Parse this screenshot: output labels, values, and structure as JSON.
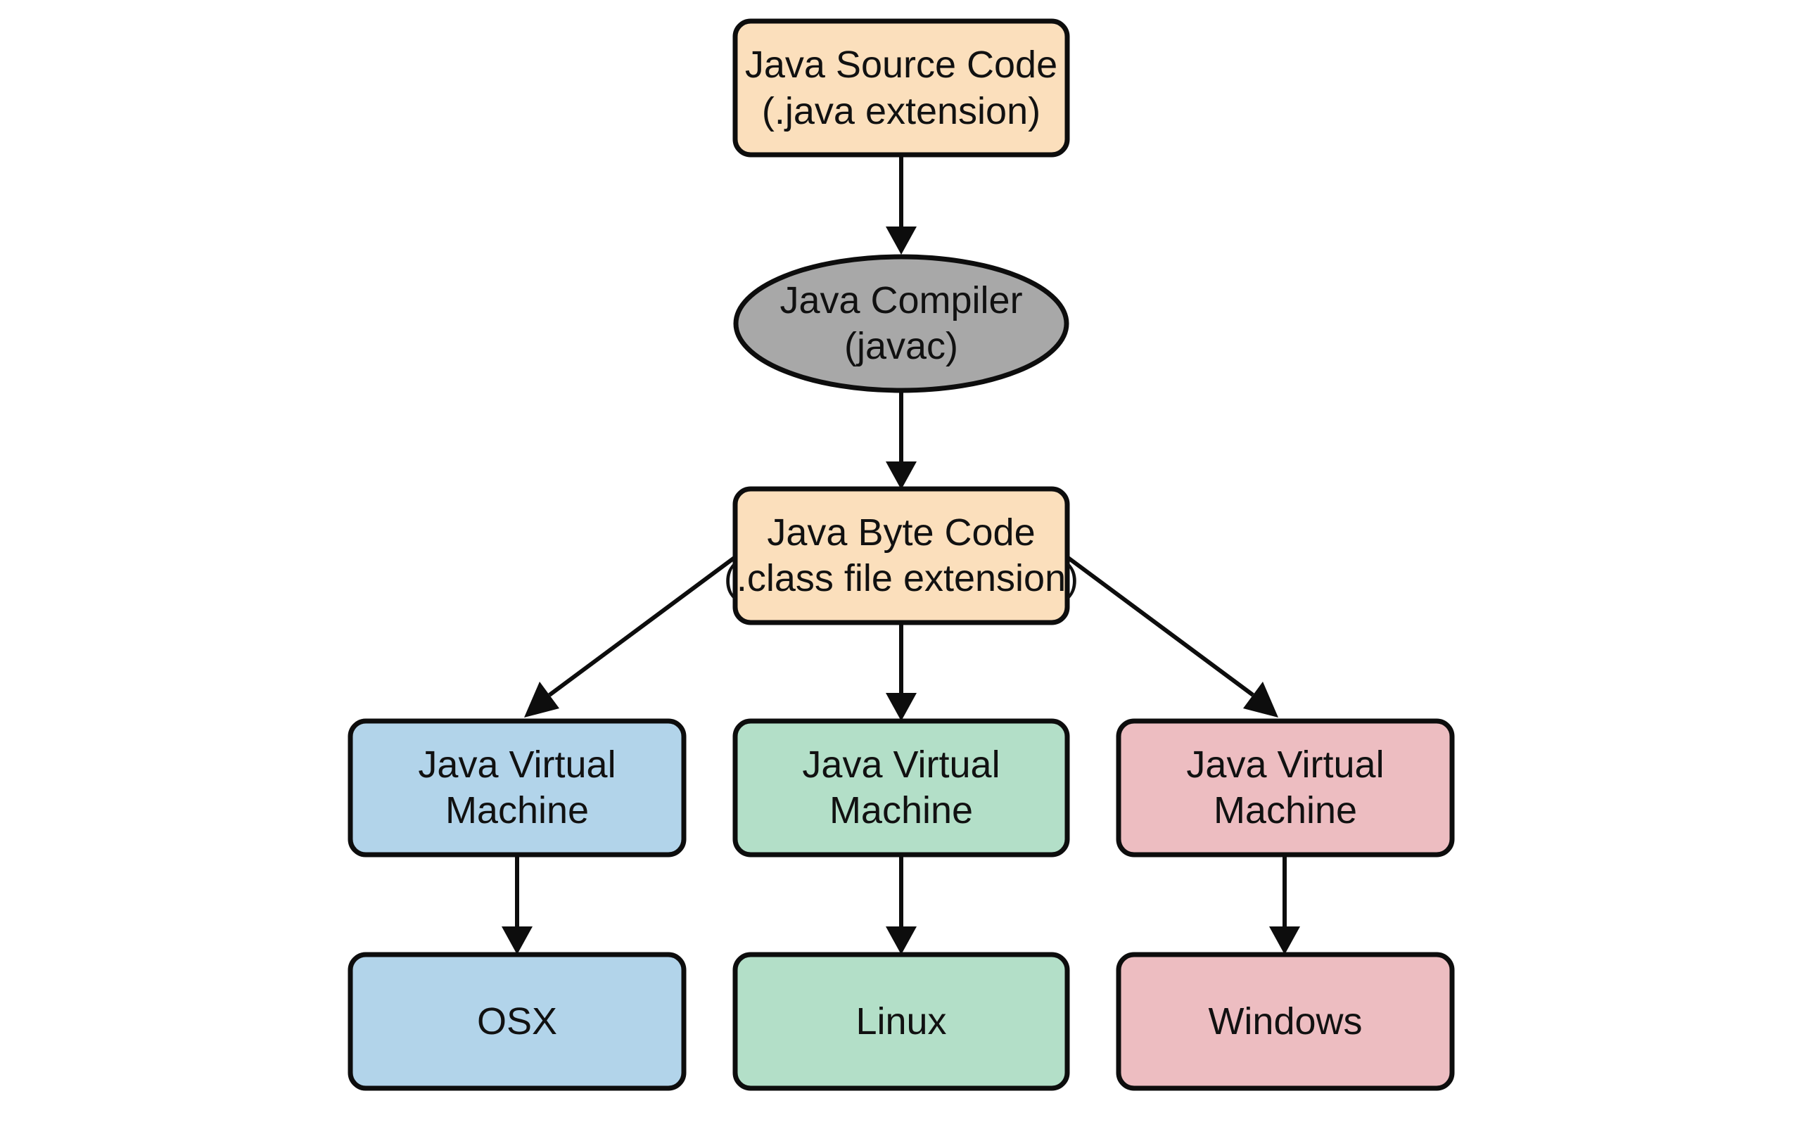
{
  "colors": {
    "source": "#FBDFBC",
    "compiler": "#A8A8A8",
    "osx": "#B2D4EA",
    "linux": "#B3DFC8",
    "windows": "#EDBDC1",
    "stroke": "#0D0D0D",
    "background": "#FFFFFF"
  },
  "nodes": {
    "source": {
      "line1": "Java Source Code",
      "line2": "(.java extension)",
      "shape": "rounded-rectangle",
      "fill": "#FBDFBC"
    },
    "compiler": {
      "line1": "Java Compiler",
      "line2": "(javac)",
      "shape": "ellipse",
      "fill": "#A8A8A8"
    },
    "bytecode": {
      "line1": "Java Byte Code",
      "line2": "(.class file extension)",
      "shape": "rounded-rectangle",
      "fill": "#FBDFBC"
    },
    "jvm_osx": {
      "line1": "Java Virtual",
      "line2": "Machine",
      "shape": "rounded-rectangle",
      "fill": "#B2D4EA"
    },
    "jvm_linux": {
      "line1": "Java Virtual",
      "line2": "Machine",
      "shape": "rounded-rectangle",
      "fill": "#B3DFC8"
    },
    "jvm_windows": {
      "line1": "Java Virtual",
      "line2": "Machine",
      "shape": "rounded-rectangle",
      "fill": "#EDBDC1"
    },
    "osx": {
      "line1": "OSX",
      "shape": "rounded-rectangle",
      "fill": "#B2D4EA"
    },
    "linux": {
      "line1": "Linux",
      "shape": "rounded-rectangle",
      "fill": "#B3DFC8"
    },
    "windows": {
      "line1": "Windows",
      "shape": "rounded-rectangle",
      "fill": "#EDBDC1"
    }
  },
  "edges": [
    {
      "from": "source",
      "to": "compiler"
    },
    {
      "from": "compiler",
      "to": "bytecode"
    },
    {
      "from": "bytecode",
      "to": "jvm_osx"
    },
    {
      "from": "bytecode",
      "to": "jvm_linux"
    },
    {
      "from": "bytecode",
      "to": "jvm_windows"
    },
    {
      "from": "jvm_osx",
      "to": "osx"
    },
    {
      "from": "jvm_linux",
      "to": "linux"
    },
    {
      "from": "jvm_windows",
      "to": "windows"
    }
  ]
}
